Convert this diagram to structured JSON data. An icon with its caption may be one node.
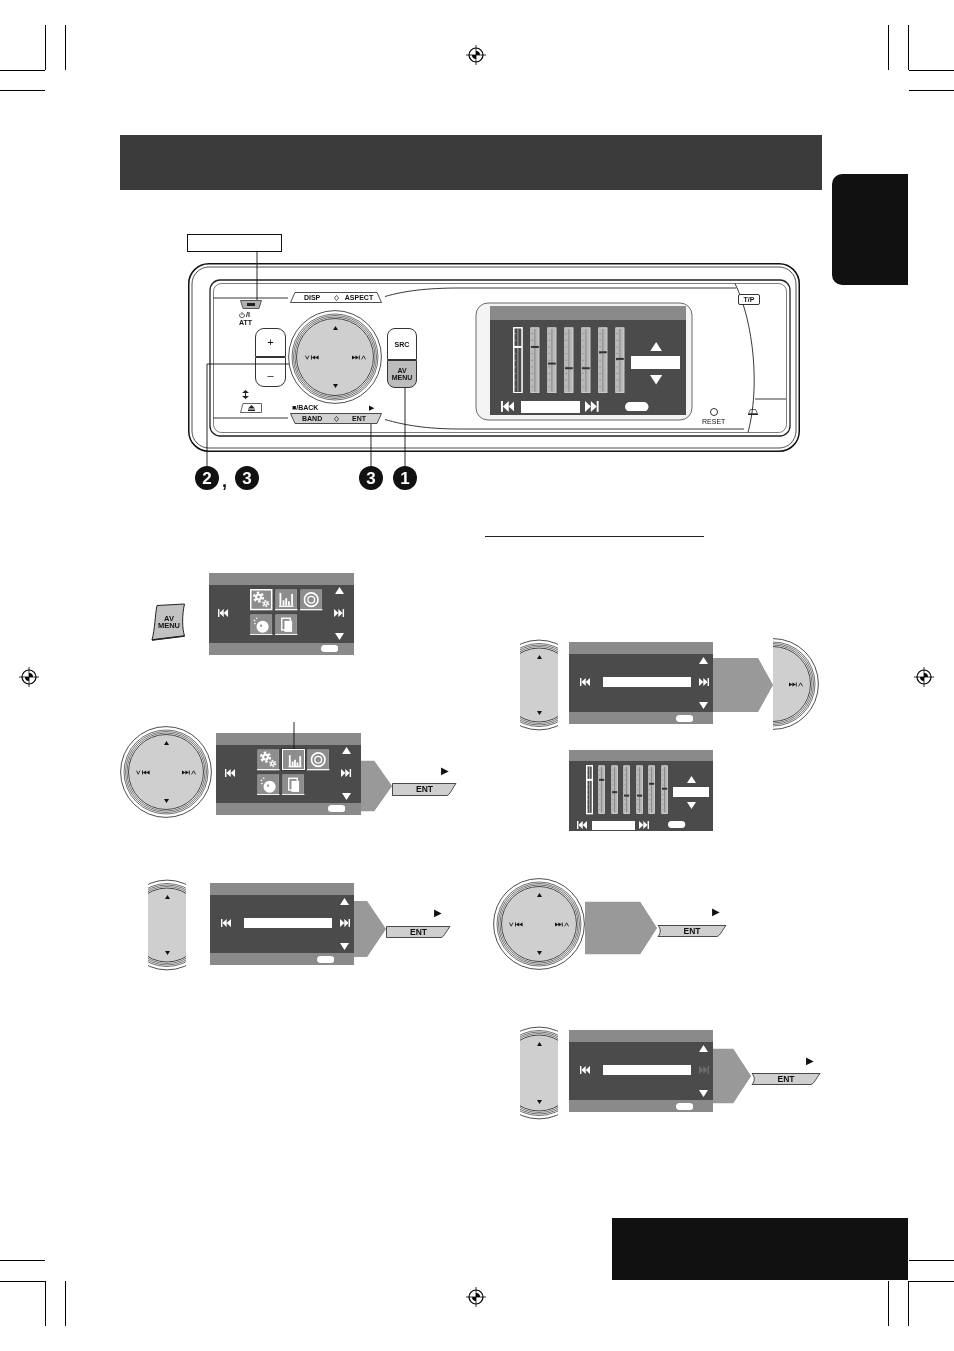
{
  "diagram": {
    "nodes": [
      {
        "text": [],
        "shape": "bar"
      },
      {
        "text": [],
        "shape": "box"
      },
      {
        "text": [],
        "shape": "box"
      },
      {
        "text": [],
        "shape": "picture"
      },
      {
        "text": [
          "DISP",
          "ASPECT"
        ],
        "in": 3
      },
      {
        "text": [],
        "shape": "button",
        "beside": [
          "/I",
          "ATT"
        ],
        "in": 3
      },
      {
        "text": [
          "+"
        ],
        "in": 3
      },
      {
        "text": [
          "–"
        ],
        "in": 3
      },
      {
        "text": [],
        "shape": "circle",
        "in": 3
      },
      {
        "text": [
          "SRC"
        ],
        "in": 3
      },
      {
        "text": [
          "AV MENU"
        ],
        "in": 3
      },
      {
        "text": [],
        "shape": "button",
        "in": 3
      },
      {
        "text": [
          "BAND",
          "ENT"
        ],
        "in": 3
      },
      {
        "text": [],
        "shape": "picture",
        "in": 3
      },
      {
        "text": [
          "T/P"
        ],
        "in": 3
      },
      {
        "text": [],
        "shape": "circle",
        "beside": [
          "RESET"
        ],
        "in": 3
      },
      {
        "text": [
          "2"
        ]
      },
      {
        "text": [
          "3"
        ]
      },
      {
        "text": [
          "3"
        ]
      },
      {
        "text": [
          "1"
        ]
      },
      {
        "text": [
          "AV MENU"
        ]
      },
      {
        "text": [],
        "shape": "picture"
      },
      {
        "text": [],
        "shape": "circle"
      },
      {
        "text": [],
        "shape": "picture"
      },
      {
        "text": [],
        "shape": "picture",
        "in": 23
      },
      {
        "text": [
          "ENT"
        ],
        "beside": [
          "▶"
        ]
      },
      {
        "text": [],
        "shape": "picture"
      },
      {
        "text": [],
        "shape": "picture"
      },
      {
        "text": [
          "ENT"
        ],
        "beside": [
          "▶"
        ]
      },
      {
        "text": [],
        "shape": "picture"
      },
      {
        "text": [],
        "shape": "picture"
      },
      {
        "text": [],
        "shape": "picture"
      },
      {
        "text": [],
        "shape": "picture"
      },
      {
        "text": [],
        "shape": "circle"
      },
      {
        "text": [
          "ENT"
        ],
        "beside": [
          "▶"
        ]
      },
      {
        "text": [],
        "shape": "picture"
      },
      {
        "text": [],
        "shape": "picture"
      },
      {
        "text": [
          "ENT"
        ],
        "beside": [
          "▶"
        ]
      },
      {
        "text": [],
        "shape": "box"
      }
    ],
    "edges": [
      {
        "from": 2,
        "to": 5,
        "arrow": "none"
      },
      {
        "from": 16,
        "to": 8,
        "arrow": "none"
      },
      {
        "from": 18,
        "to": 12,
        "arrow": "none"
      },
      {
        "from": 19,
        "to": 10,
        "arrow": "none"
      },
      {
        "from": null,
        "to": 24,
        "arrow": "none"
      },
      {
        "from": 23,
        "to": 25,
        "arrow": "to",
        "style": "thick",
        "color": "#999999"
      },
      {
        "from": 27,
        "to": 28,
        "arrow": "to",
        "style": "thick",
        "color": "#999999"
      },
      {
        "from": 30,
        "to": 31,
        "arrow": "to",
        "style": "thick",
        "color": "#999999"
      },
      {
        "from": 33,
        "to": 34,
        "arrow": "to",
        "style": "thick",
        "color": "#999999"
      },
      {
        "from": 36,
        "to": 37,
        "arrow": "to",
        "style": "thick",
        "color": "#999999"
      }
    ],
    "labels": [
      "■/BACK",
      "▶",
      ","
    ]
  }
}
